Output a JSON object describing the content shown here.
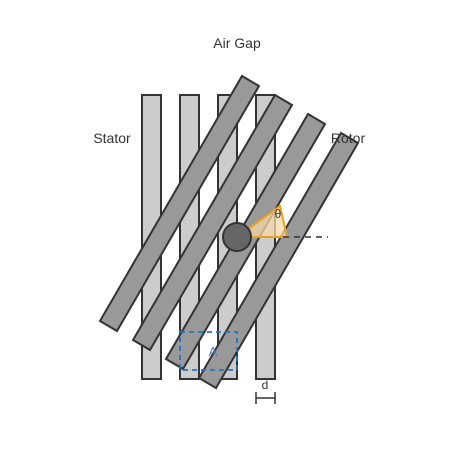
{
  "labels": {
    "air_gap": "Air Gap",
    "stator": "Stator",
    "rotor": "Rotor",
    "theta": "θ",
    "area": "A",
    "spacing": "d"
  },
  "colors": {
    "stator_fill": "#cccccc",
    "rotor_fill": "#999999",
    "outline": "#333333",
    "angle_fill": "#f5d9a8",
    "angle_stroke": "#e8a020",
    "area_box": "#2a6fbf",
    "pivot_fill": "#666666"
  }
}
